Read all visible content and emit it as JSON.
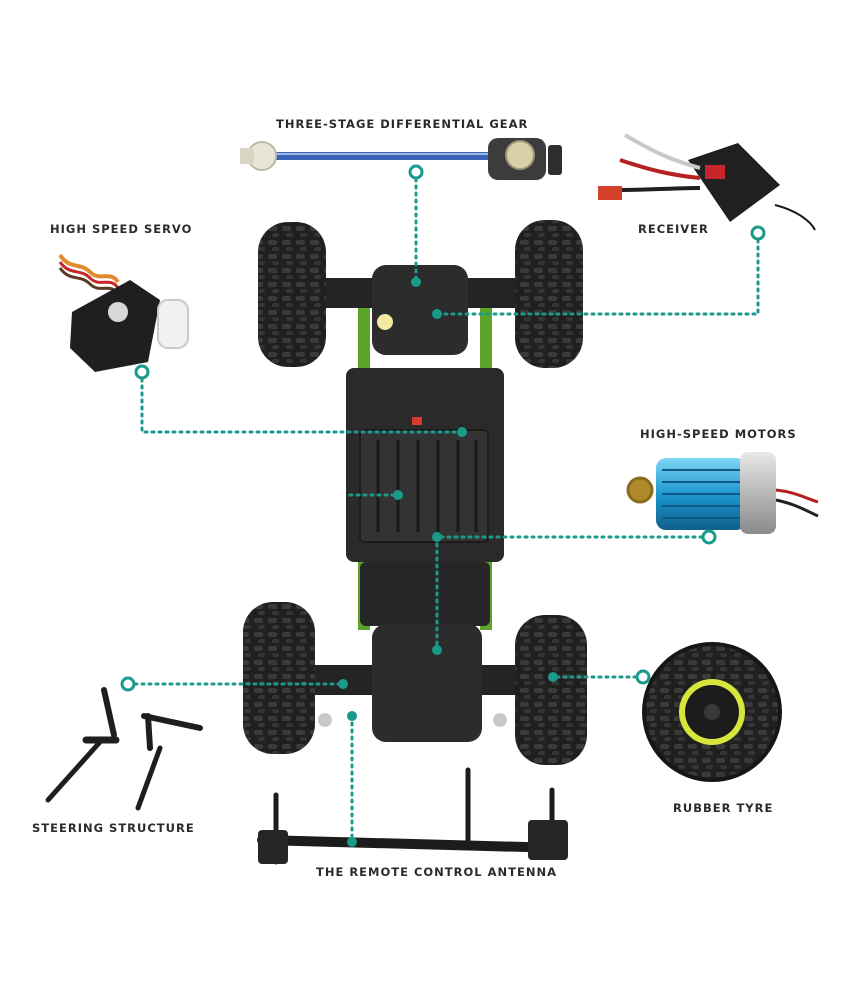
{
  "diagram": {
    "labels": {
      "gear": "THREE-STAGE DIFFERENTIAL GEAR",
      "receiver": "RECEIVER",
      "servo": "HIGH SPEED SERVO",
      "motors": "HIGH-SPEED MOTORS",
      "tyre": "RUBBER TYRE",
      "steering": "STEERING STRUCTURE",
      "antenna": "THE REMOTE CONTROL ANTENNA"
    },
    "colors": {
      "connector": "#1a9a8a",
      "tyre": "#1e1e1e",
      "chassis": "#2a2a2a",
      "frame_green": "#6fb52c",
      "axle_blue": "#3a62b5",
      "motor_blue": "#2aa6d8",
      "hub_yellow": "#d6e63a"
    }
  }
}
